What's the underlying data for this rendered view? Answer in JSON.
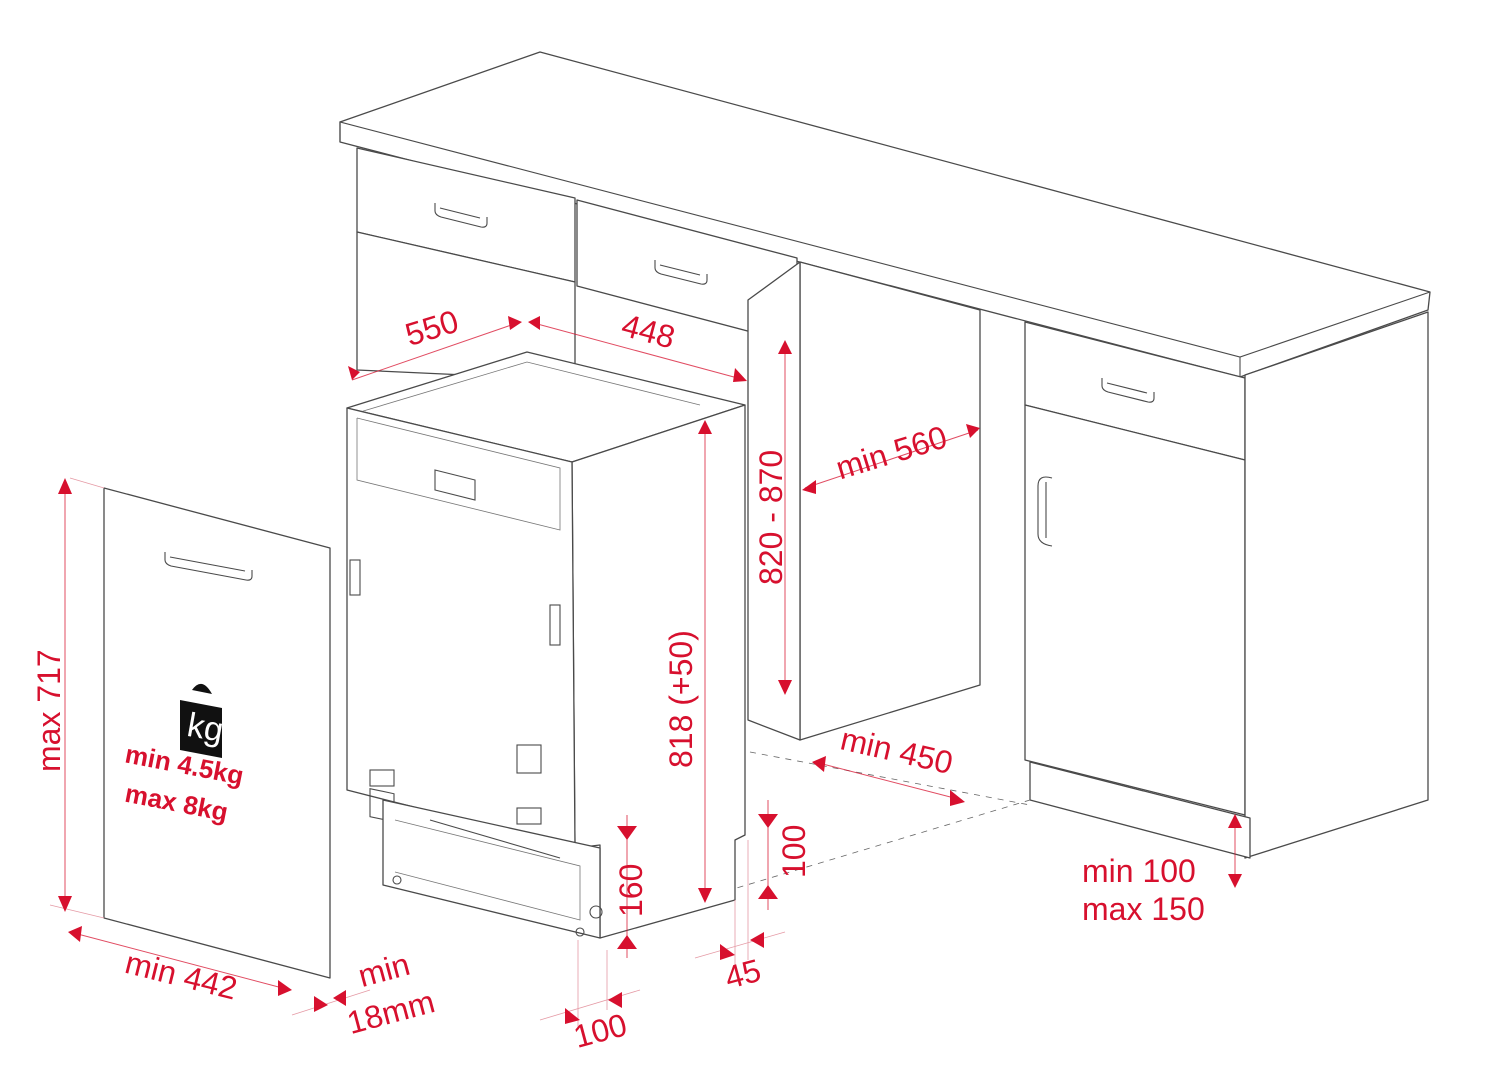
{
  "title": "Built-in dishwasher installation dimensions",
  "units": "mm",
  "colors": {
    "dimension": "#d7102e",
    "line": "#4a4a4a"
  },
  "dimensions": {
    "niche_depth": "550",
    "niche_width": "448",
    "worktop_height": "820 - 870",
    "cabinet_depth": "min 560",
    "appliance_height": "818 (+50)",
    "min_width": "min 450",
    "plinth_gap": "100",
    "foot_height": "160",
    "plinth_offset": "45",
    "plinth_depth": "100",
    "panel_thickness_min": "min",
    "panel_thickness_value": "18mm",
    "panel_width": "min 442",
    "panel_height": "max 717",
    "plinth_min": "min 100",
    "plinth_max": "max 150"
  },
  "weight": {
    "icon": "kg-weight-icon",
    "icon_text": "kg",
    "min": "min  4.5kg",
    "max": "max 8kg"
  }
}
